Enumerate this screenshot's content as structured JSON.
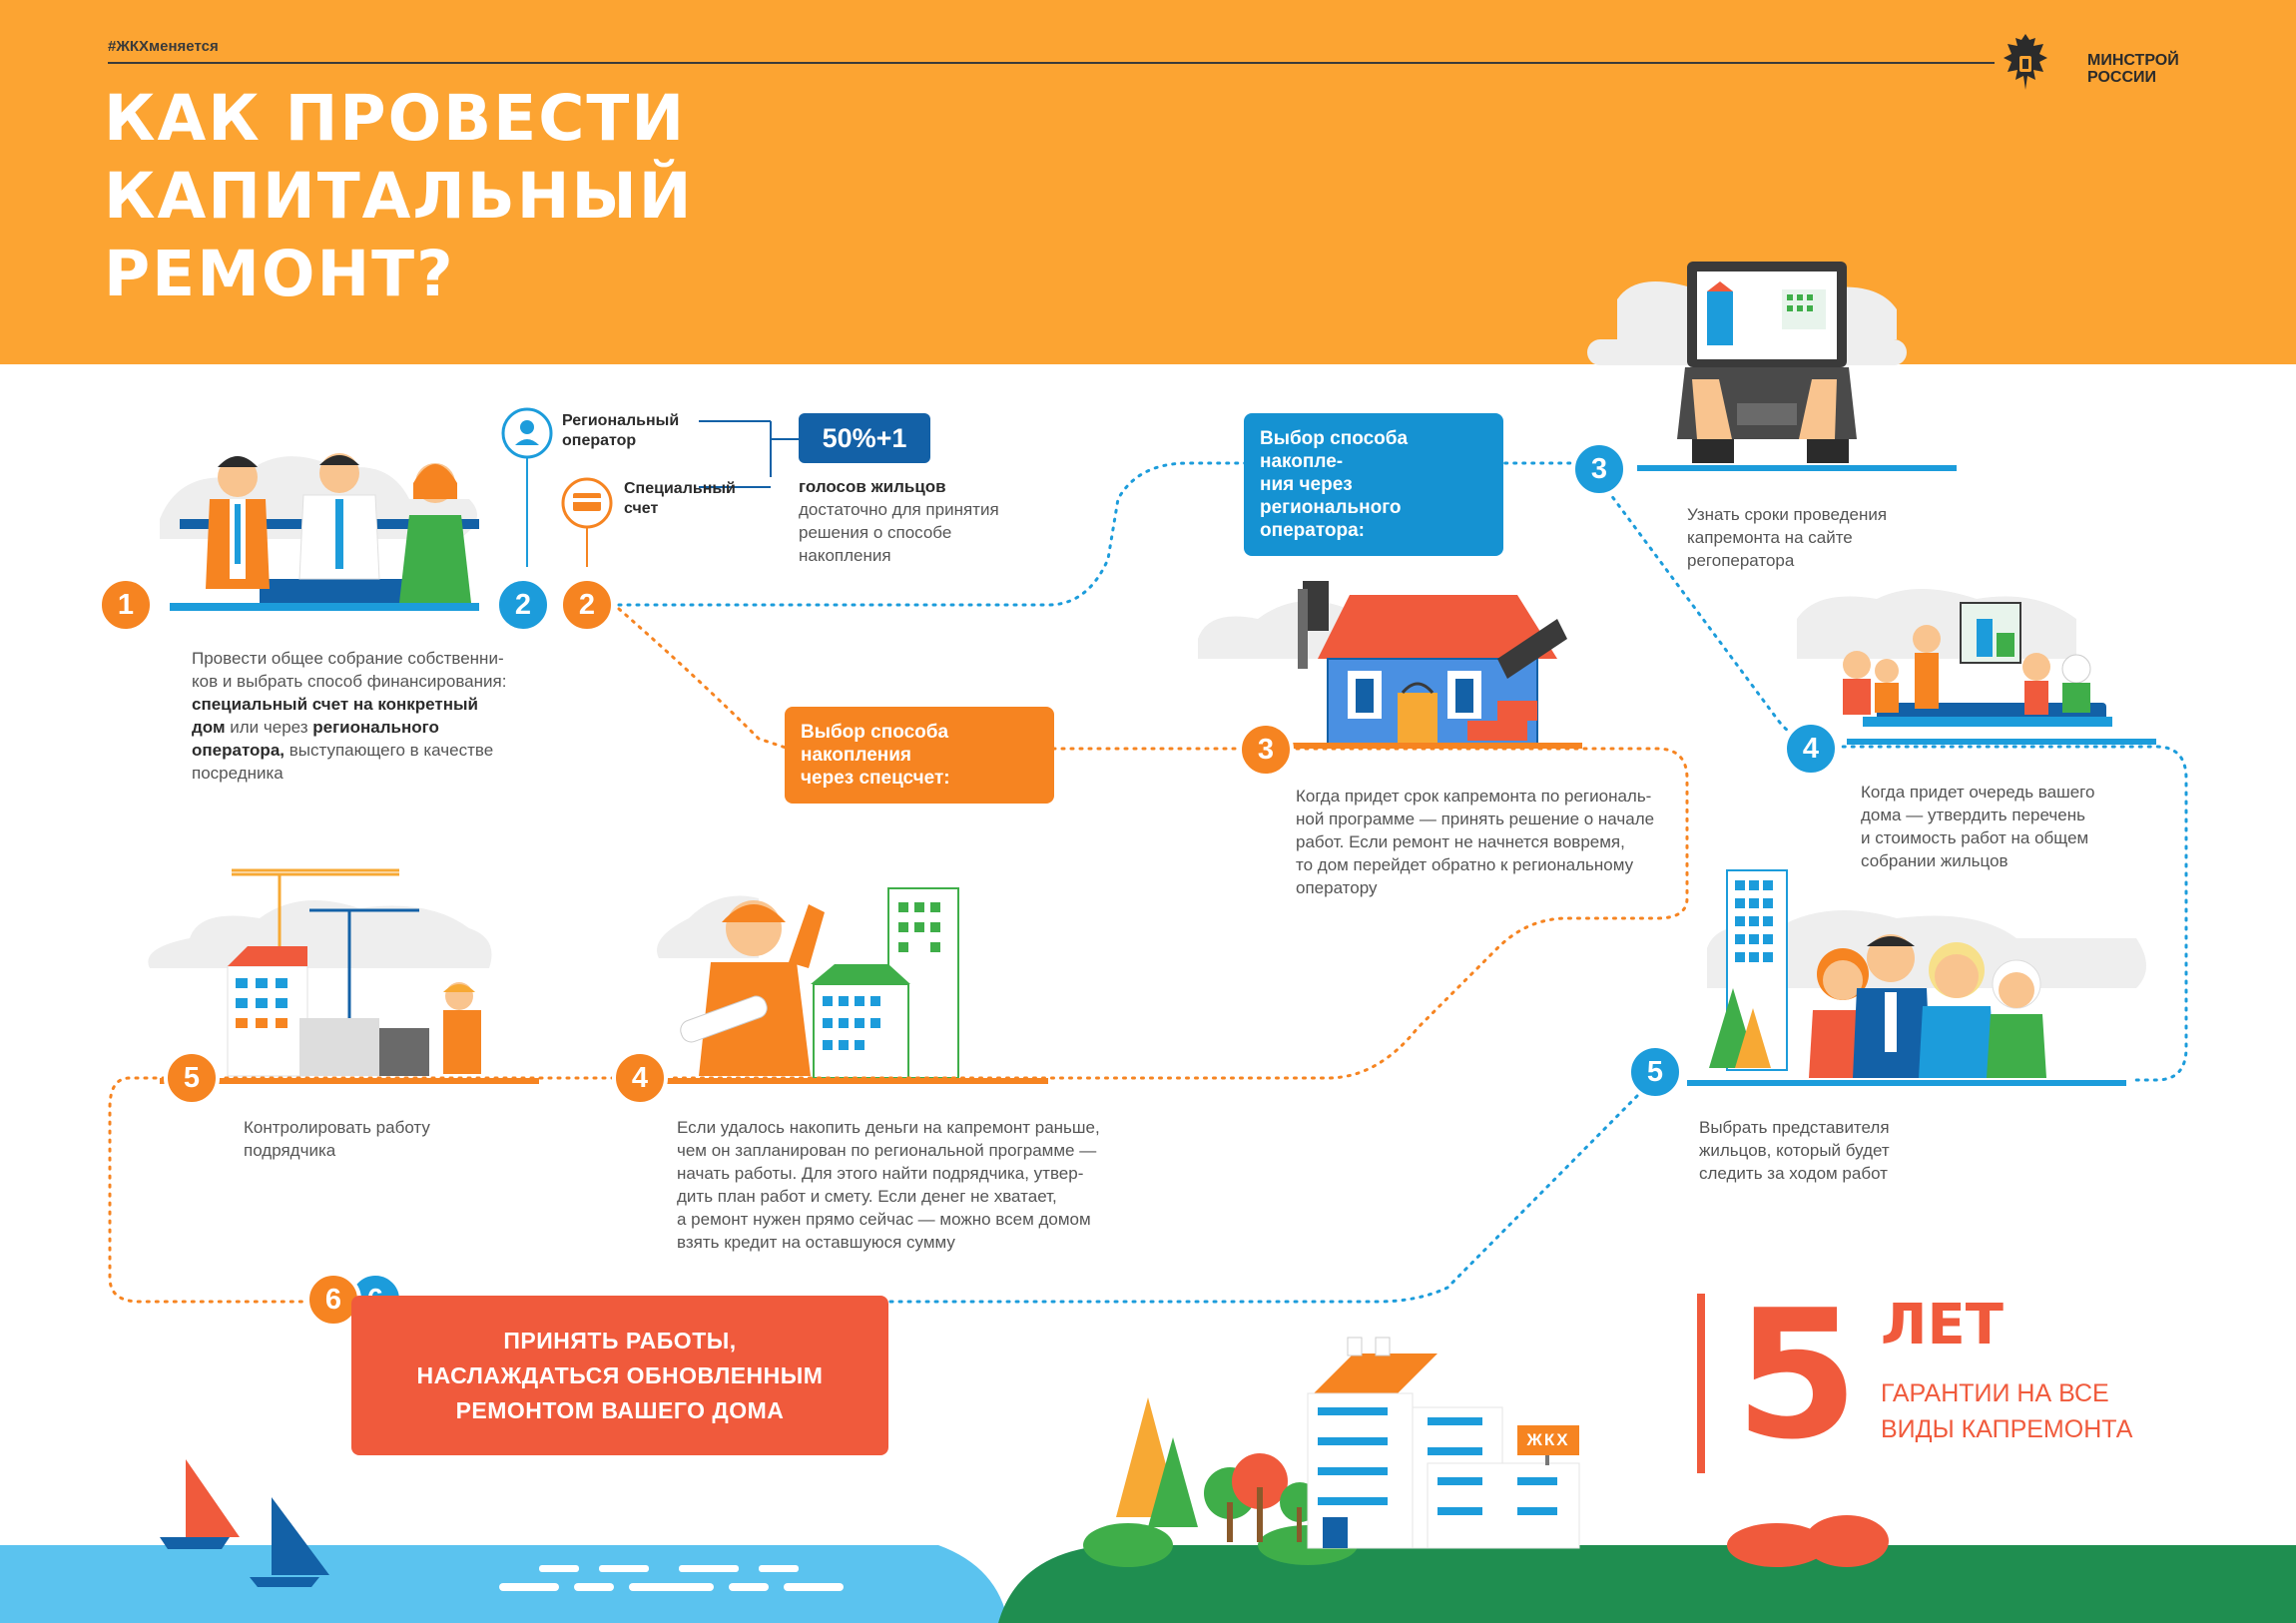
{
  "header": {
    "hashtag": "#ЖКХменяется",
    "title_lines": [
      "КАК ПРОВЕСТИ",
      "КАПИТАЛЬНЫЙ",
      "РЕМОНТ?"
    ],
    "logo_lines": [
      "МИНСТРОЙ",
      "РОССИИ"
    ]
  },
  "colors": {
    "orange": "#f68421",
    "blue": "#1c9cdb",
    "header": "#fca432",
    "red": "#f05a3c",
    "navy": "#1361a7"
  },
  "options": {
    "regional": [
      "Региональный",
      "оператор"
    ],
    "special": [
      "Специальный",
      "счет"
    ],
    "percent": "50%+1",
    "votes_label": "голосов жильцов",
    "votes_lines": [
      "достаточно для принятия",
      "решения о способе",
      "накопления"
    ]
  },
  "steps": {
    "s1": {
      "num": "1",
      "line1": "Провести общее собрание собственни-",
      "line2": "ков и выбрать способ финансирования:",
      "bold1": "специальный счет на конкретный",
      "bold2": "дом",
      "plain2": " или через ",
      "bold3": "регионального",
      "bold4": "оператора,",
      "plain4": " выступающего в качестве",
      "line5": "посредника"
    },
    "s2a": {
      "num": "2"
    },
    "s2b": {
      "num": "2"
    },
    "callout_blue": [
      "Выбор способа накопле-",
      "ния через регионального",
      "оператора:"
    ],
    "callout_orange": [
      "Выбор способа",
      "накопления",
      "через спецсчет:"
    ],
    "s3_blue": {
      "num": "3",
      "lines": [
        "Узнать сроки проведения",
        "капремонта на сайте",
        "регоператора"
      ]
    },
    "s3_orange": {
      "num": "3",
      "lines": [
        "Когда придет срок капремонта по региональ-",
        "ной программе — принять решение о начале",
        "работ. Если ремонт не начнется вовремя,",
        "то дом перейдет обратно к региональному",
        "оператору"
      ]
    },
    "s4_blue": {
      "num": "4",
      "lines": [
        "Когда придет очередь вашего",
        "дома — утвердить перечень",
        "и стоимость работ на общем",
        "собрании жильцов"
      ]
    },
    "s4_orange": {
      "num": "4",
      "lines": [
        "Если удалось накопить деньги на капремонт раньше,",
        "чем он запланирован по региональной программе —",
        "начать работы. Для этого найти подрядчика, утвер-",
        "дить план работ и смету. Если денег не хватает,",
        "а ремонт нужен прямо сейчас — можно всем домом",
        "взять кредит на оставшуюся сумму"
      ]
    },
    "s5_orange": {
      "num": "5",
      "lines": [
        "Контролировать работу",
        "подрядчика"
      ]
    },
    "s5_blue": {
      "num": "5",
      "lines": [
        "Выбрать представителя",
        "жильцов, который будет",
        "следить за ходом работ"
      ]
    },
    "s6_orange": {
      "num": "6"
    },
    "s6_blue": {
      "num": "6"
    },
    "final_lines": [
      "ПРИНЯТЬ РАБОТЫ,",
      "НАСЛАЖДАТЬСЯ ОБНОВЛЕННЫМ",
      "РЕМОНТОМ ВАШЕГО ДОМА"
    ]
  },
  "guarantee": {
    "number": "5",
    "unit": "ЛЕТ",
    "lines": [
      "ГАРАНТИИ НА ВСЕ",
      "ВИДЫ КАПРЕМОНТА"
    ]
  },
  "sign": {
    "text": "ЖКХ"
  }
}
